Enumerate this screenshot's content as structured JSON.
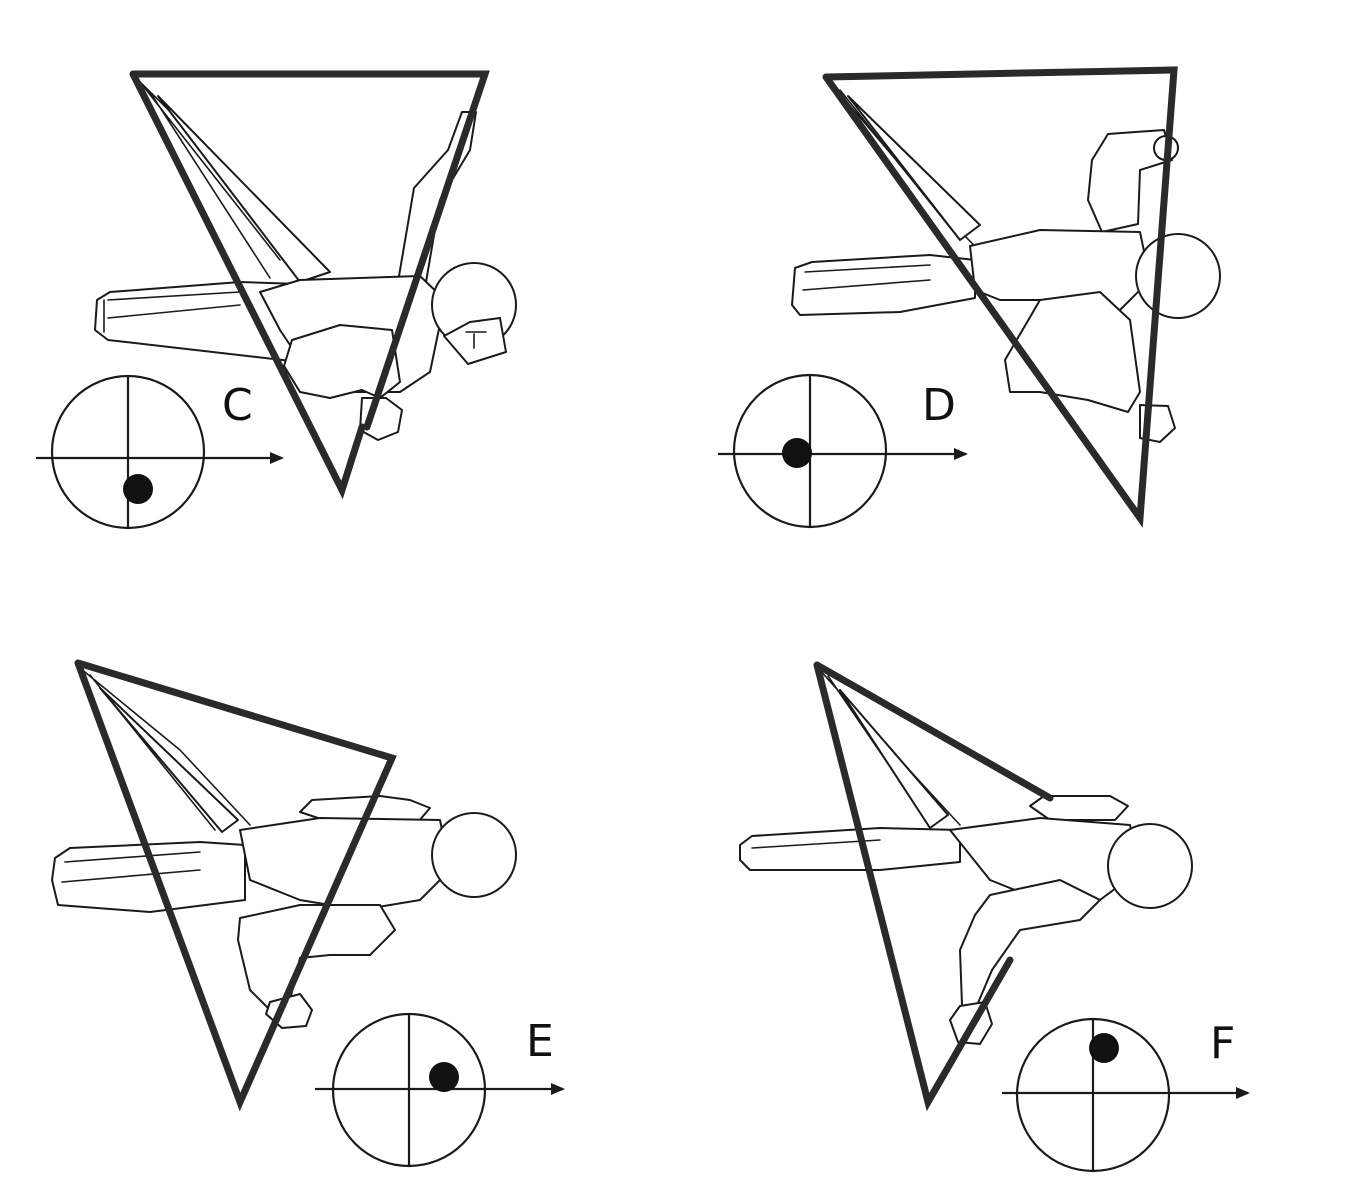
{
  "panels": [
    {
      "id": "C",
      "label": "C",
      "cg": "below-center"
    },
    {
      "id": "D",
      "label": "D",
      "cg": "left-on-axis"
    },
    {
      "id": "E",
      "label": "E",
      "cg": "right-above-axis"
    },
    {
      "id": "F",
      "label": "F",
      "cg": "above-center"
    }
  ],
  "colors": {
    "ink": "#1a1a1a",
    "bar": "#2a2a2a",
    "background": "#ffffff"
  },
  "icons": {
    "direction_arrow": "arrow-right-icon",
    "cg_marker": "filled-dot-icon"
  }
}
